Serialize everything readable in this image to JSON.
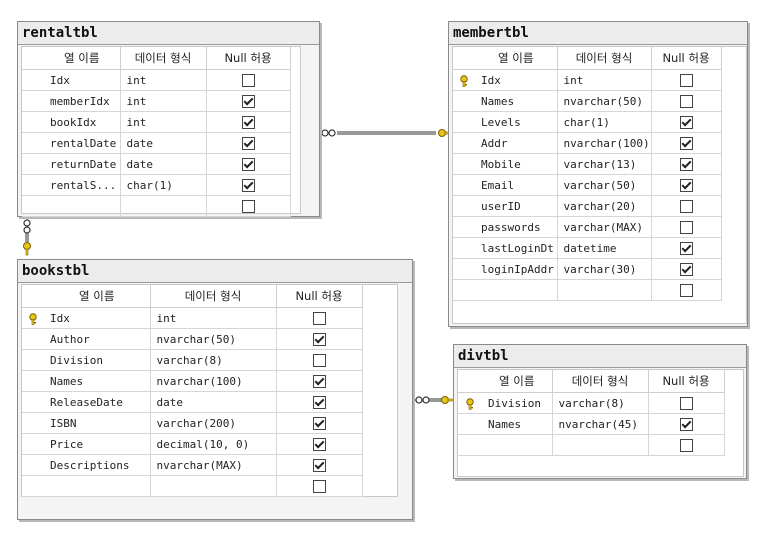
{
  "header": {
    "col_name": "열 이름",
    "col_type": "데이터 형식",
    "col_null": "Null 허용"
  },
  "colors": {
    "key_icon": "#e8c51a",
    "connector": "#333333"
  },
  "tables": {
    "rentaltbl": {
      "title": "rentaltbl",
      "rows": [
        {
          "key": false,
          "name": "Idx",
          "type": "int",
          "null": false
        },
        {
          "key": false,
          "name": "memberIdx",
          "type": "int",
          "null": true
        },
        {
          "key": false,
          "name": "bookIdx",
          "type": "int",
          "null": true
        },
        {
          "key": false,
          "name": "rentalDate",
          "type": "date",
          "null": true
        },
        {
          "key": false,
          "name": "returnDate",
          "type": "date",
          "null": true
        },
        {
          "key": false,
          "name": "rentalS...",
          "type": "char(1)",
          "null": true
        },
        {
          "key": false,
          "name": "",
          "type": "",
          "null": false
        }
      ]
    },
    "membertbl": {
      "title": "membertbl",
      "rows": [
        {
          "key": true,
          "name": "Idx",
          "type": "int",
          "null": false
        },
        {
          "key": false,
          "name": "Names",
          "type": "nvarchar(50)",
          "null": false
        },
        {
          "key": false,
          "name": "Levels",
          "type": "char(1)",
          "null": true
        },
        {
          "key": false,
          "name": "Addr",
          "type": "nvarchar(100)",
          "null": true
        },
        {
          "key": false,
          "name": "Mobile",
          "type": "varchar(13)",
          "null": true
        },
        {
          "key": false,
          "name": "Email",
          "type": "varchar(50)",
          "null": true
        },
        {
          "key": false,
          "name": "userID",
          "type": "varchar(20)",
          "null": false
        },
        {
          "key": false,
          "name": "passwords",
          "type": "varchar(MAX)",
          "null": false
        },
        {
          "key": false,
          "name": "lastLoginDt",
          "type": "datetime",
          "null": true
        },
        {
          "key": false,
          "name": "loginIpAddr",
          "type": "varchar(30)",
          "null": true
        },
        {
          "key": false,
          "name": "",
          "type": "",
          "null": false
        }
      ]
    },
    "bookstbl": {
      "title": "bookstbl",
      "rows": [
        {
          "key": true,
          "name": "Idx",
          "type": "int",
          "null": false
        },
        {
          "key": false,
          "name": "Author",
          "type": "nvarchar(50)",
          "null": true
        },
        {
          "key": false,
          "name": "Division",
          "type": "varchar(8)",
          "null": false
        },
        {
          "key": false,
          "name": "Names",
          "type": "nvarchar(100)",
          "null": true
        },
        {
          "key": false,
          "name": "ReleaseDate",
          "type": "date",
          "null": true
        },
        {
          "key": false,
          "name": "ISBN",
          "type": "varchar(200)",
          "null": true
        },
        {
          "key": false,
          "name": "Price",
          "type": "decimal(10, 0)",
          "null": true
        },
        {
          "key": false,
          "name": "Descriptions",
          "type": "nvarchar(MAX)",
          "null": true
        },
        {
          "key": false,
          "name": "",
          "type": "",
          "null": false
        }
      ]
    },
    "divtbl": {
      "title": "divtbl",
      "rows": [
        {
          "key": true,
          "name": "Division",
          "type": "varchar(8)",
          "null": false
        },
        {
          "key": false,
          "name": "Names",
          "type": "nvarchar(45)",
          "null": true
        },
        {
          "key": false,
          "name": "",
          "type": "",
          "null": false
        }
      ]
    }
  }
}
